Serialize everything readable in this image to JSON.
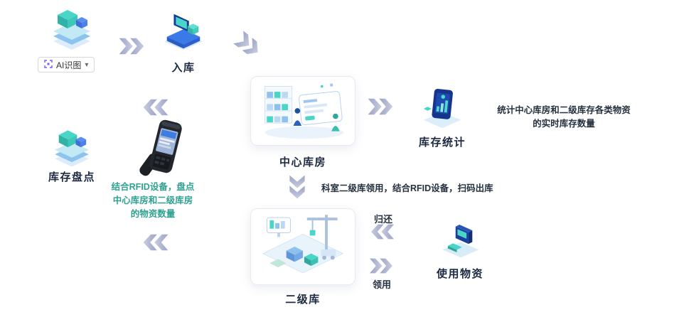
{
  "toolbar": {
    "ai_button_label": "AI识图"
  },
  "nodes": {
    "inbound": {
      "label": "入库"
    },
    "central_warehouse": {
      "label": "中心库房"
    },
    "inventory_stats": {
      "label": "库存统计"
    },
    "secondary_warehouse": {
      "label": "二级库"
    },
    "use_materials": {
      "label": "使用物资"
    },
    "inventory_count": {
      "label": "库存盘点"
    }
  },
  "annotations": {
    "stats_desc_line1": "统计中心库房和二级库存各类物资",
    "stats_desc_line2": "的实时库存数量",
    "secondary_flow_desc": "科室二级库领用，结合RFID设备，扫码出库",
    "count_desc_line1": "结合RFID设备，盘点",
    "count_desc_line2": "中心库房和二级库房",
    "count_desc_line3": "的物资数量",
    "return_label": "归还",
    "requisition_label": "领用"
  },
  "icons": {
    "chevron_down_icon": "▾"
  },
  "colors": {
    "accent_teal": "#2fa190",
    "text_dark": "#25313f",
    "arrow_fill_start": "#9ba3c6",
    "arrow_fill_end": "#c9cde0"
  }
}
